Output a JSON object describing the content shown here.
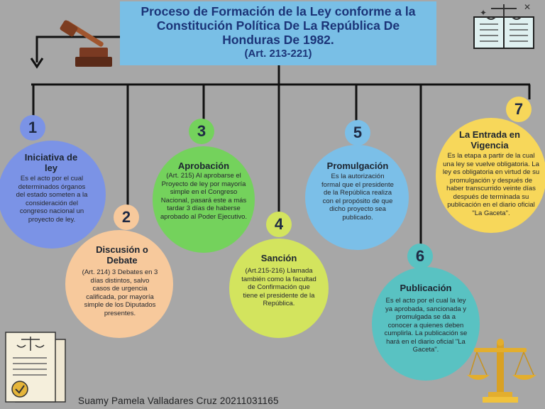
{
  "title": {
    "line1": "Proceso de Formación de la Ley conforme a la",
    "line2": "Constitución Política De La República De",
    "line3": "Honduras De 1982.",
    "line4": "(Art. 213-221)"
  },
  "steps": [
    {
      "number": "1",
      "title": "Iniciativa de ley",
      "body": "Es el acto por el cual determinados órganos del estado someten a la consideración del congreso nacional un proyecto de ley.",
      "color": "#7b93e6"
    },
    {
      "number": "2",
      "title": "Discusión o Debate",
      "body": "(Art. 214) 3 Debates en 3 días distintos, salvo casos de urgencia calificada, por mayoría simple de los Diputados presentes.",
      "color": "#f7c99c"
    },
    {
      "number": "3",
      "title": "Aprobación",
      "body": "(Art. 215) Al aprobarse el Proyecto de ley por mayoría simple en el Congreso Nacional, pasará este a más tardar 3 días de haberse aprobado al Poder Ejecutivo.",
      "color": "#74d25c"
    },
    {
      "number": "4",
      "title": "Sanción",
      "body": "(Art.215-216) Llamada también como la facultad de Confirmación que tiene el presidente de la República.",
      "color": "#d3e45e"
    },
    {
      "number": "5",
      "title": "Promulgación",
      "body": "Es la autorización formal que el presidente de la República realiza con el propósito de que dicho proyecto sea publicado.",
      "color": "#7bbfe8"
    },
    {
      "number": "6",
      "title": "Publicación",
      "body": "Es el acto por el cual la ley ya aprobada, sancionada y promulgada se da a conocer a quienes deben cumplirla. La publicación se hará en el diario oficial \"La Gaceta\".",
      "color": "#59c2c2"
    },
    {
      "number": "7",
      "title": "La Entrada en Vigencia",
      "body": "Es la etapa a partir de la cual una ley se vuelve obligatoria. La ley es obligatoria en virtud de su promulgación y después de haber transcurrido veinte días después de terminada su publicación en el diario oficial \"La Gaceta\".",
      "color": "#f7d75a"
    }
  ],
  "author": "Suamy Pamela Valladares Cruz 20211031165",
  "colors": {
    "background": "#a7a7a7",
    "title_box": "#79bfe6",
    "title_text": "#1b3478"
  }
}
